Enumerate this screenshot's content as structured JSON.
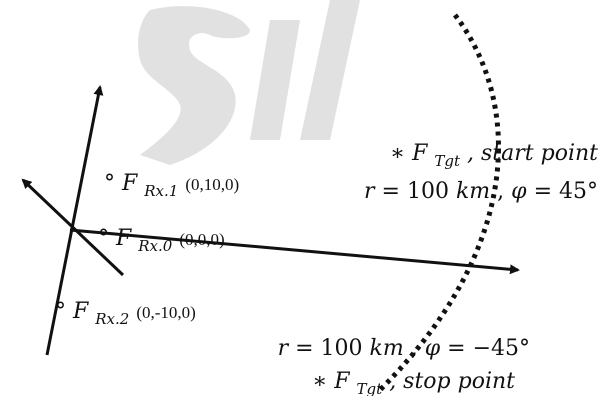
{
  "receivers": [
    {
      "marker": "°",
      "symbol": "F",
      "subscript": "Rx.1",
      "coords": "(0,10,0)"
    },
    {
      "marker": "°",
      "symbol": "F",
      "subscript": "Rx.0",
      "coords": "(0,0,0)"
    },
    {
      "marker": "°",
      "symbol": "F",
      "subscript": "Rx.2",
      "coords": "(0,-10,0)"
    }
  ],
  "target_start": {
    "marker": "∗",
    "symbol": "F",
    "subscript": "Tgt",
    "label": ", start point",
    "r_lhs": "r",
    "r_eq": " = 100 ",
    "r_unit": "km",
    "phi_lhs": "φ",
    "phi_value": " = 45°"
  },
  "target_stop": {
    "marker": "∗",
    "symbol": "F",
    "subscript": "Tgt",
    "label": ", stop point",
    "r_lhs": "r",
    "r_eq": " = 100 ",
    "r_unit": "km",
    "phi_lhs": "φ",
    "phi_value": " = −45°"
  },
  "colors": {
    "ink": "#111111",
    "watermark": "#c9c9c9"
  }
}
